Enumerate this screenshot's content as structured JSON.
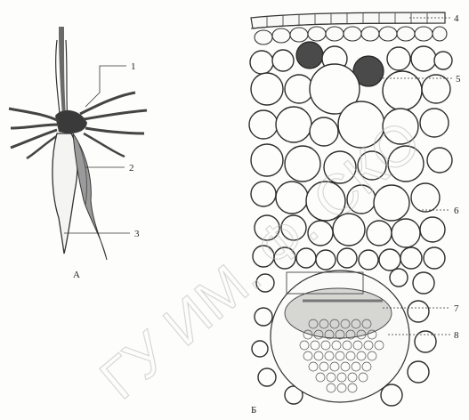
{
  "panels": [
    {
      "id": "A",
      "label": "А"
    },
    {
      "id": "B",
      "label": "Б"
    }
  ],
  "callouts": [
    {
      "id": "1",
      "text": "1"
    },
    {
      "id": "2",
      "text": "2"
    },
    {
      "id": "3",
      "text": "3"
    },
    {
      "id": "4",
      "text": "4"
    },
    {
      "id": "5",
      "text": "5"
    },
    {
      "id": "6",
      "text": "6"
    },
    {
      "id": "7",
      "text": "7"
    },
    {
      "id": "8",
      "text": "8"
    }
  ],
  "watermark": {
    "text": "ГУ ИМ. Ф. СКО"
  }
}
